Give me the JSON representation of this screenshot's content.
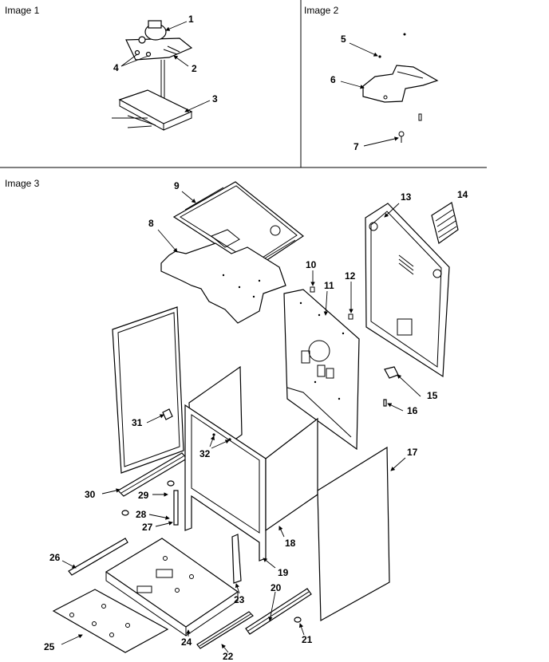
{
  "panels": {
    "image1": "Image 1",
    "image2": "Image 2",
    "image3": "Image 3"
  },
  "callouts": [
    "1",
    "2",
    "3",
    "4",
    "5",
    "6",
    "7",
    "8",
    "9",
    "10",
    "11",
    "12",
    "13",
    "14",
    "15",
    "16",
    "17",
    "18",
    "19",
    "20",
    "21",
    "22",
    "23",
    "24",
    "25",
    "26",
    "27",
    "28",
    "29",
    "30",
    "31",
    "32"
  ]
}
